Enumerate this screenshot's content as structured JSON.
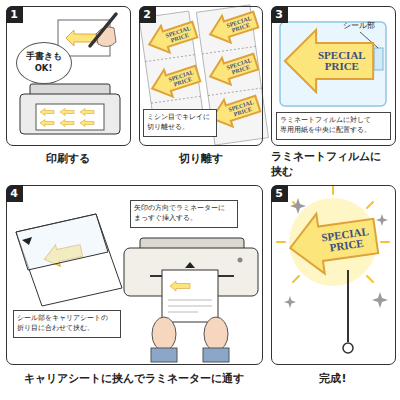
{
  "diagram": {
    "nodes": [
      {
        "text": [
          "印刷する"
        ]
      },
      {
        "text": [
          "1"
        ],
        "in": 0
      },
      {
        "text": [
          "手書きも OK!"
        ],
        "in": 0
      },
      {
        "text": [
          "切り離す"
        ]
      },
      {
        "text": [
          "2"
        ],
        "in": 3
      },
      {
        "text": [
          "SPECIAL PRICE"
        ],
        "in": 3
      },
      {
        "text": [
          "SPECIAL PRICE"
        ],
        "in": 3
      },
      {
        "text": [
          "SPECIAL PRICE"
        ],
        "in": 3
      },
      {
        "text": [
          "SPECIAL PRICE"
        ],
        "in": 3
      },
      {
        "text": [
          "SPECIAL PRICE"
        ],
        "in": 3
      },
      {
        "text": [
          "ミシン目でキレイに 切り離せる。"
        ],
        "in": 3
      },
      {
        "text": [
          "ラミネートフィルムに 挟む"
        ]
      },
      {
        "text": [
          "3"
        ],
        "in": 11
      },
      {
        "text": [
          "SPECIAL PRICE"
        ],
        "in": 11
      },
      {
        "text": [
          "ラミネートフィルムに対して 専用用紙を中央に配置する。"
        ],
        "in": 11
      },
      {
        "text": [
          "キャリアシートに挟んでラミネーターに通す"
        ]
      },
      {
        "text": [
          "4"
        ],
        "in": 15
      },
      {
        "text": [
          "矢印の方向でラミネーターに まっすぐ挿入する。"
        ],
        "in": 15
      },
      {
        "text": [
          "シール部をキャリアシートの 折り目に合わせて挟む。"
        ],
        "in": 15
      },
      {
        "text": [
          "完成!"
        ]
      },
      {
        "text": [
          "5"
        ],
        "in": 19
      },
      {
        "text": [
          "SPECIAL PRICE"
        ],
        "in": 19
      }
    ],
    "labels": [
      "シール部"
    ]
  }
}
